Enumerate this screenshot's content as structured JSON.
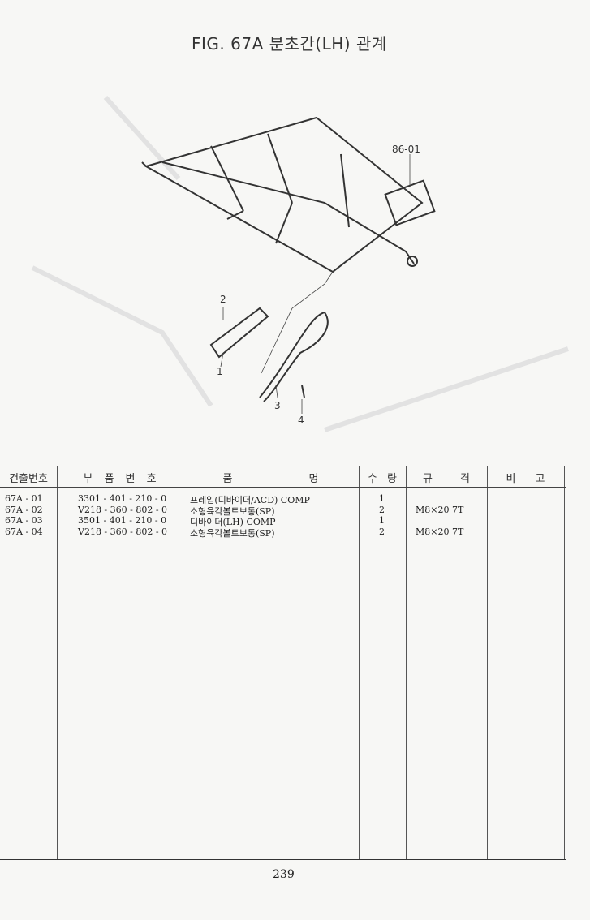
{
  "title": "FIG. 67A 분초간(LH) 관계",
  "diagram": {
    "callouts": [
      "86-01",
      "1",
      "2",
      "3",
      "4"
    ]
  },
  "table": {
    "headers": [
      "건출번호",
      "부 품 번 호",
      "품 명",
      "수 량",
      "규 격",
      "비 고"
    ],
    "rows": [
      {
        "ref": "67A - 01",
        "part_no": "3301 - 401 - 210 - 0",
        "name": "프레임(디바이더/ACD)  COMP",
        "qty": "1",
        "spec": ""
      },
      {
        "ref": "67A - 02",
        "part_no": "V218 - 360 - 802 - 0",
        "name": "소형육각볼트보통(SP)",
        "qty": "2",
        "spec": "M8×20 7T"
      },
      {
        "ref": "67A - 03",
        "part_no": "3501 - 401 - 210 - 0",
        "name": "디바이더(LH)  COMP",
        "qty": "1",
        "spec": ""
      },
      {
        "ref": "67A - 04",
        "part_no": "V218 - 360 - 802 - 0",
        "name": "소형육각볼트보통(SP)",
        "qty": "2",
        "spec": "M8×20 7T"
      }
    ]
  },
  "page_number": "239"
}
